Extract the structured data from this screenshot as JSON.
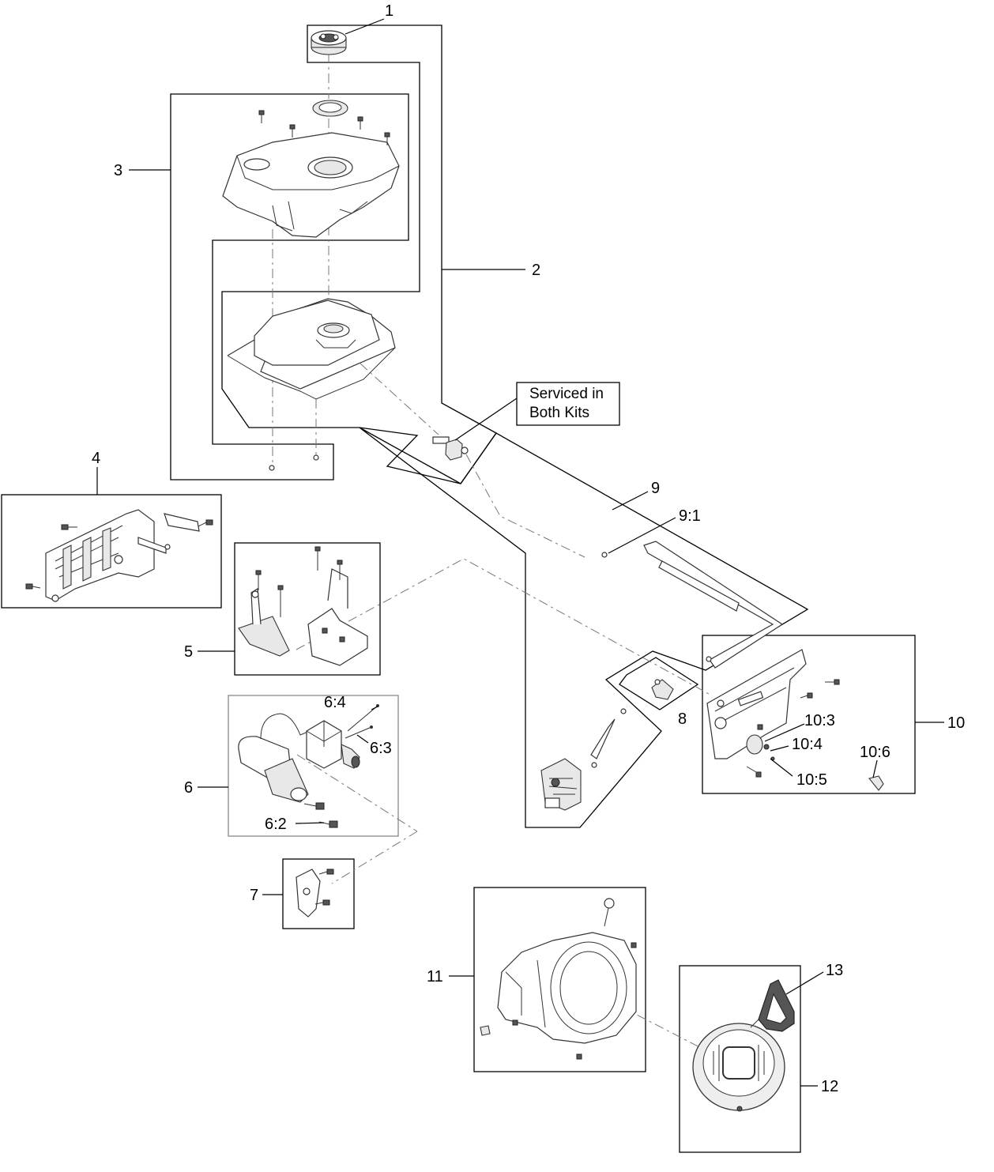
{
  "callouts": {
    "c1": "1",
    "c2": "2",
    "c3": "3",
    "c4": "4",
    "c5": "5",
    "c6": "6",
    "c6_2": "6:2",
    "c6_3": "6:3",
    "c6_4": "6:4",
    "c7": "7",
    "c8": "8",
    "c9": "9",
    "c9_1": "9:1",
    "c10": "10",
    "c10_3": "10:3",
    "c10_4": "10:4",
    "c10_5": "10:5",
    "c10_6": "10:6",
    "c11": "11",
    "c12": "12",
    "c13": "13"
  },
  "note": {
    "line1": "Serviced in",
    "line2": "Both Kits"
  },
  "icons": [
    "fuel-cap-icon",
    "tank-shroud-icon",
    "fuel-tank-icon",
    "fuel-valve-icon",
    "heat-shield-icon",
    "bracket-icon",
    "starter-motor-icon",
    "solenoid-icon",
    "carburetor-icon",
    "fuel-line-icon",
    "control-panel-icon",
    "fan-housing-icon",
    "recoil-starter-icon",
    "handle-icon",
    "bolt-icon"
  ]
}
